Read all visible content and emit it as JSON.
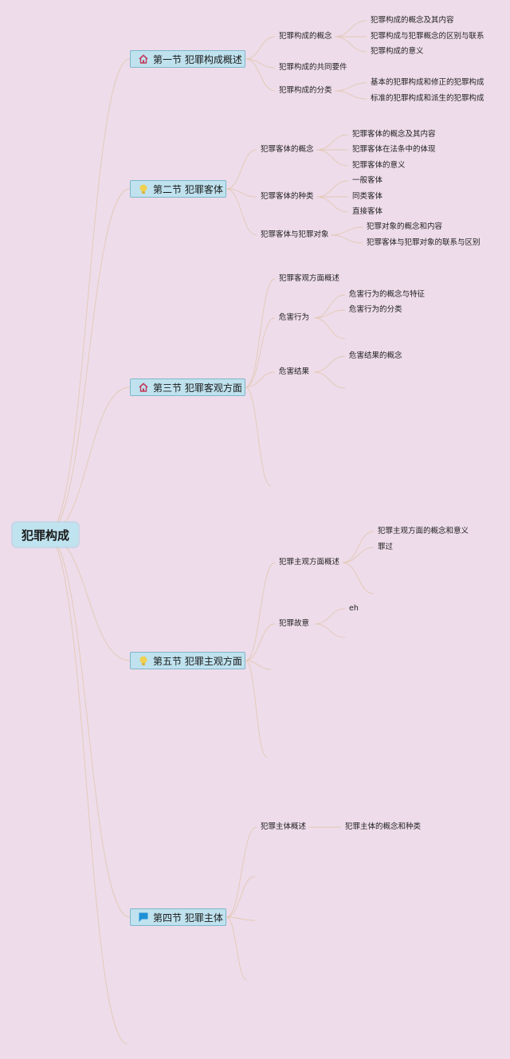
{
  "root": {
    "label": "犯罪构成"
  },
  "colors": {
    "background": "#eedcea",
    "topic_fill": "#bfe2ee",
    "topic_border": "#7fb6cc",
    "line": "#e3c9b5"
  },
  "topics": [
    {
      "label": "第一节 犯罪构成概述",
      "icon": "house-icon",
      "children": [
        {
          "label": "犯罪构成的概念",
          "children": [
            "犯罪构成的概念及其内容",
            "犯罪构成与犯罪概念的区别与联系",
            "犯罪构成的意义"
          ]
        },
        {
          "label": "犯罪构成的共同要件",
          "children": []
        },
        {
          "label": "犯罪构成的分类",
          "children": [
            "基本的犯罪构成和修正的犯罪构成",
            "标准的犯罪构成和派生的犯罪构成"
          ]
        }
      ]
    },
    {
      "label": "第二节 犯罪客体",
      "icon": "bulb-icon",
      "children": [
        {
          "label": "犯罪客体的概念",
          "children": [
            "犯罪客体的概念及其内容",
            "犯罪客体在法条中的体现",
            "犯罪客体的意义"
          ]
        },
        {
          "label": "犯罪客体的种类",
          "children": [
            "一般客体",
            "同类客体",
            "直接客体"
          ]
        },
        {
          "label": "犯罪客体与犯罪对象",
          "children": [
            "犯罪对象的概念和内容",
            "犯罪客体与犯罪对象的联系与区别"
          ]
        }
      ]
    },
    {
      "label": "第三节 犯罪客观方面",
      "icon": "house-icon",
      "children": [
        {
          "label": "犯罪客观方面概述",
          "children": []
        },
        {
          "label": "危害行为",
          "children": [
            "危害行为的概念与特征",
            "危害行为的分类"
          ]
        },
        {
          "label": "危害结果",
          "children": [
            "危害结果的概念"
          ]
        }
      ]
    },
    {
      "label": "第五节 犯罪主观方面",
      "icon": "bulb-icon",
      "children": [
        {
          "label": "犯罪主观方面概述",
          "children": [
            "犯罪主观方面的概念和意义",
            "罪过"
          ]
        },
        {
          "label": "犯罪故意",
          "children": [
            "eh"
          ]
        }
      ]
    },
    {
      "label": "第四节 犯罪主体",
      "icon": "flag-icon",
      "children": [
        {
          "label": "犯罪主体概述",
          "children": [
            "犯罪主体的概念和种类"
          ]
        }
      ]
    }
  ]
}
